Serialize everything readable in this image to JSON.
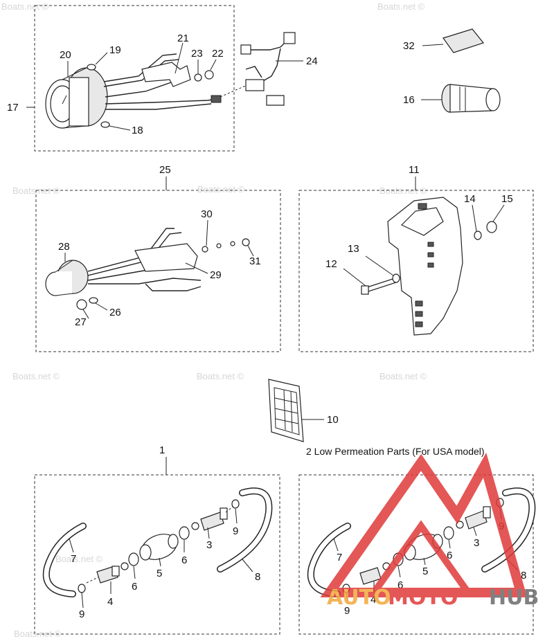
{
  "watermark": "Boats.net ©",
  "section_title": "2 Low Permeation Parts (For USA model)",
  "logo": {
    "text_a": "AUTO",
    "text_b": "MOTO",
    "text_c": "HUB",
    "color_red": "#e03a3a",
    "color_gold": "#f2a93b",
    "color_gray": "#6b6b6b"
  },
  "labels": {
    "l1": "1",
    "l3a": "3",
    "l3b": "3",
    "l4a": "4",
    "l4b": "4",
    "l5a": "5",
    "l5b": "5",
    "l6a": "6",
    "l6b": "6",
    "l6c": "6",
    "l6d": "6",
    "l7a": "7",
    "l7b": "7",
    "l8a": "8",
    "l8b": "8",
    "l9a": "9",
    "l9b": "9",
    "l9c": "9",
    "l9d": "9",
    "l10": "10",
    "l11": "11",
    "l12": "12",
    "l13": "13",
    "l14": "14",
    "l15": "15",
    "l16": "16",
    "l17": "17",
    "l18": "18",
    "l19": "19",
    "l20": "20",
    "l21": "21",
    "l22": "22",
    "l23": "23",
    "l24": "24",
    "l25": "25",
    "l26": "26",
    "l27": "27",
    "l28": "28",
    "l29": "29",
    "l30": "30",
    "l31": "31",
    "l32": "32"
  }
}
